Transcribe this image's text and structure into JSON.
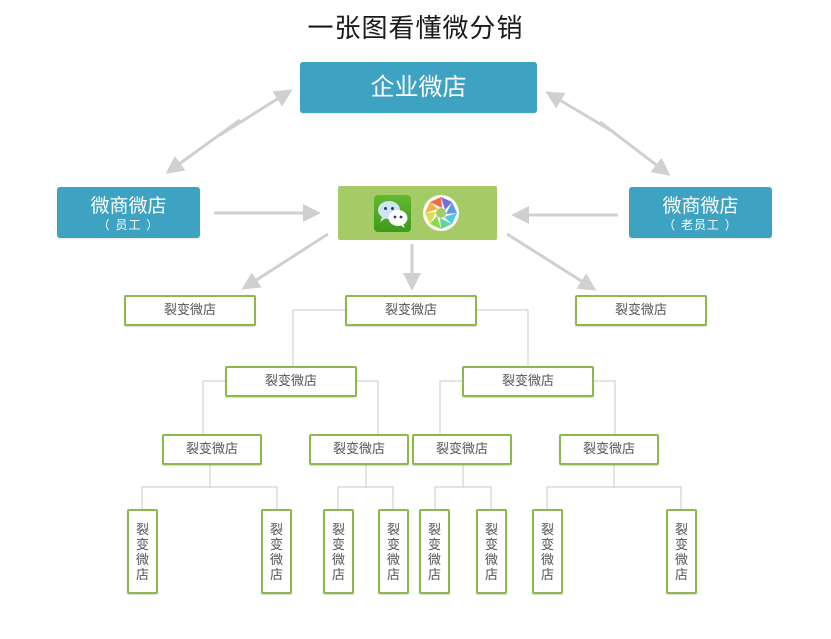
{
  "title": "一张图看懂微分销",
  "enterprise_store": {
    "label": "企业微店"
  },
  "left_store": {
    "label": "微商微店",
    "sublabel": "（ 员工 ）"
  },
  "right_store": {
    "label": "微商微店",
    "sublabel": "（ 老员工 ）"
  },
  "hub": {
    "icons": [
      "wechat-icon",
      "moments-aperture-icon"
    ],
    "color": "#a5cb66"
  },
  "colors": {
    "blue": "#3ea2c2",
    "green_border": "#8cba4a",
    "arrow": "#d0d0d0",
    "connector": "#c8c8c8"
  },
  "level1": [
    {
      "label": "裂变微店"
    },
    {
      "label": "裂变微店"
    },
    {
      "label": "裂变微店"
    }
  ],
  "level2": [
    {
      "label": "裂变微店"
    },
    {
      "label": "裂变微店"
    }
  ],
  "level3": [
    {
      "label": "裂变微店"
    },
    {
      "label": "裂变微店"
    },
    {
      "label": "裂变微店"
    },
    {
      "label": "裂变微店"
    }
  ],
  "level4": [
    {
      "label": "裂变微店"
    },
    {
      "label": "裂变微店"
    },
    {
      "label": "裂变微店"
    },
    {
      "label": "裂变微店"
    },
    {
      "label": "裂变微店"
    },
    {
      "label": "裂变微店"
    },
    {
      "label": "裂变微店"
    },
    {
      "label": "裂变微店"
    }
  ]
}
